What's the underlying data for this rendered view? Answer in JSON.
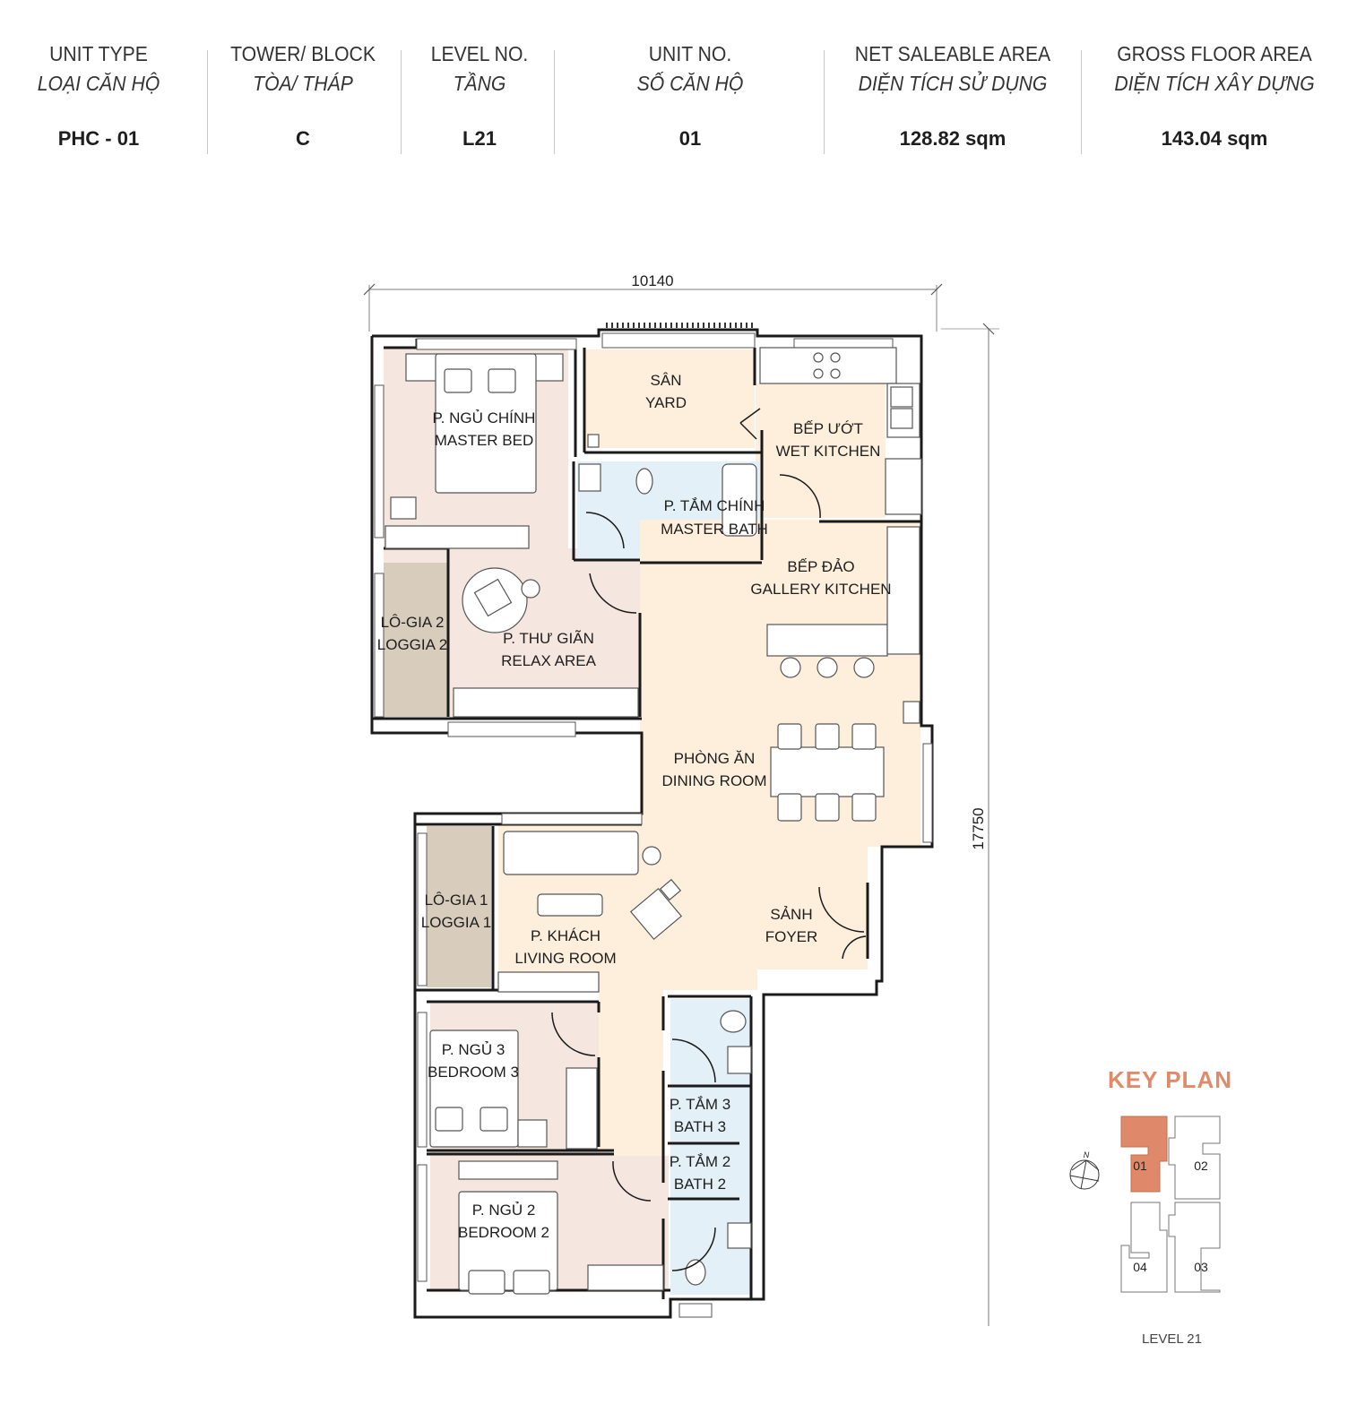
{
  "header": {
    "columns": [
      {
        "label_en": "UNIT TYPE",
        "label_vi": "LOẠI CĂN HỘ",
        "value": "PHC - 01"
      },
      {
        "label_en": "TOWER/ BLOCK",
        "label_vi": "TÒA/ THÁP",
        "value": "C"
      },
      {
        "label_en": "LEVEL NO.",
        "label_vi": "TẦNG",
        "value": "L21"
      },
      {
        "label_en": "UNIT NO.",
        "label_vi": "SỐ CĂN HỘ",
        "value": "01"
      },
      {
        "label_en": "NET SALEABLE AREA",
        "label_vi": "DIỆN TÍCH SỬ DỤNG",
        "value": "128.82 sqm"
      },
      {
        "label_en": "GROSS FLOOR AREA",
        "label_vi": "DIỆN TÍCH XÂY DỰNG",
        "value": "143.04  sqm"
      }
    ]
  },
  "dimensions": {
    "width": "10140",
    "height": "17750"
  },
  "rooms": {
    "master_bed": {
      "vi": "P. NGỦ CHÍNH",
      "en": "MASTER BED"
    },
    "yard": {
      "vi": "SÂN",
      "en": "YARD"
    },
    "wet_kitchen": {
      "vi": "BẾP ƯỚT",
      "en": "WET KITCHEN"
    },
    "master_bath": {
      "vi": "P. TẮM CHÍNH",
      "en": "MASTER BATH"
    },
    "gallery_kitchen": {
      "vi": "BẾP ĐẢO",
      "en": "GALLERY KITCHEN"
    },
    "loggia_2": {
      "vi": "LÔ-GIA 2",
      "en": "LOGGIA 2"
    },
    "relax_area": {
      "vi": "P. THƯ GIÃN",
      "en": "RELAX AREA"
    },
    "dining_room": {
      "vi": "PHÒNG ĂN",
      "en": "DINING ROOM"
    },
    "loggia_1": {
      "vi": "LÔ-GIA 1",
      "en": "LOGGIA 1"
    },
    "living_room": {
      "vi": "P. KHÁCH",
      "en": "LIVING ROOM"
    },
    "foyer": {
      "vi": "SẢNH",
      "en": "FOYER"
    },
    "bedroom_3": {
      "vi": "P. NGỦ 3",
      "en": "BEDROOM 3"
    },
    "bath_3": {
      "vi": "P. TẮM 3",
      "en": "BATH 3"
    },
    "bath_2": {
      "vi": "P. TẮM 2",
      "en": "BATH 2"
    },
    "bedroom_2": {
      "vi": "P. NGỦ 2",
      "en": "BEDROOM 2"
    }
  },
  "key_plan": {
    "title": "KEY PLAN",
    "north_label": "N",
    "units": [
      "01",
      "02",
      "03",
      "04"
    ],
    "highlighted_unit": "01",
    "level_label": "LEVEL 21"
  },
  "colors": {
    "bedroom_fill": "#f5e6df",
    "living_fill": "#fdefdc",
    "bath_fill": "#e4f0f8",
    "loggia_fill": "#d8cdbd",
    "wall": "#1a1a1a",
    "key_highlight": "#e0896a"
  }
}
